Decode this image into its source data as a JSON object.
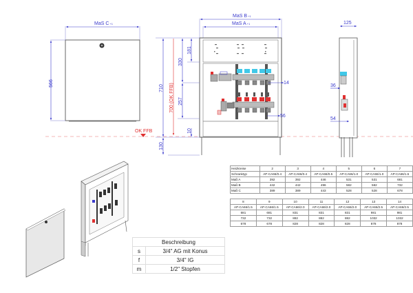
{
  "front_view": {
    "width_label": "MaS C",
    "width_suffix": "+1",
    "height_label": "566",
    "floor_label": "OK FFB"
  },
  "open_view": {
    "width_b_label": "MaS B",
    "width_b_suffix": "+1",
    "width_a_label": "MaS A",
    "width_a_suffix": "+1",
    "dim_710": "710",
    "dim_700": "700 (OK FFB)",
    "dim_330": "330",
    "dim_181": "181",
    "dim_257": "257",
    "dim_10": "10",
    "dim_130": "130",
    "dim_14": "14",
    "dim_56": "56"
  },
  "side_view": {
    "depth_label": "125",
    "dim_36": "36",
    "dim_54": "54"
  },
  "accent_colors": {
    "dimension": "#3a3acc",
    "floor": "#e03030",
    "supply": "#40c8e8",
    "return": "#e03030"
  },
  "table_1": {
    "rows": [
      [
        "Heizkreise",
        "2",
        "3",
        "4",
        "5",
        "6",
        "7"
      ],
      [
        "Schranktyp",
        "AP-CA66/0.4",
        "AP-CA66/0.4",
        "AP-CA66/0.5",
        "AP-CA66/1.0",
        "AP-CA66/1.0",
        "AP-CA66/1.5"
      ],
      [
        "Maß A",
        "392",
        "392",
        "446",
        "531",
        "531",
        "681"
      ],
      [
        "Maß B",
        "442",
        "442",
        "496",
        "582",
        "582",
        "732"
      ],
      [
        "Maß C",
        "389",
        "389",
        "443",
        "528",
        "528",
        "678"
      ]
    ]
  },
  "table_2": {
    "rows": [
      [
        "8",
        "9",
        "10",
        "11",
        "12",
        "13",
        "14"
      ],
      [
        "AP-CA66/1.5",
        "AP-CA66/1.5",
        "AP-CA66/2.0",
        "AP-CA66/2.0",
        "AP-CA66/2.0",
        "AP-CA66/2.5",
        "AP-CA66/2.5"
      ],
      [
        "681",
        "681",
        "831",
        "831",
        "831",
        "981",
        "981"
      ],
      [
        "732",
        "732",
        "882",
        "882",
        "882",
        "1032",
        "1032"
      ],
      [
        "678",
        "678",
        "828",
        "828",
        "828",
        "878",
        "878"
      ]
    ]
  },
  "legend": {
    "title": "Beschreibung",
    "items": [
      {
        "key": "s",
        "value": "3/4\" AG mit Konus"
      },
      {
        "key": "f",
        "value": "3/4\" IG"
      },
      {
        "key": "m",
        "value": "1/2\" Stopfen"
      }
    ]
  }
}
